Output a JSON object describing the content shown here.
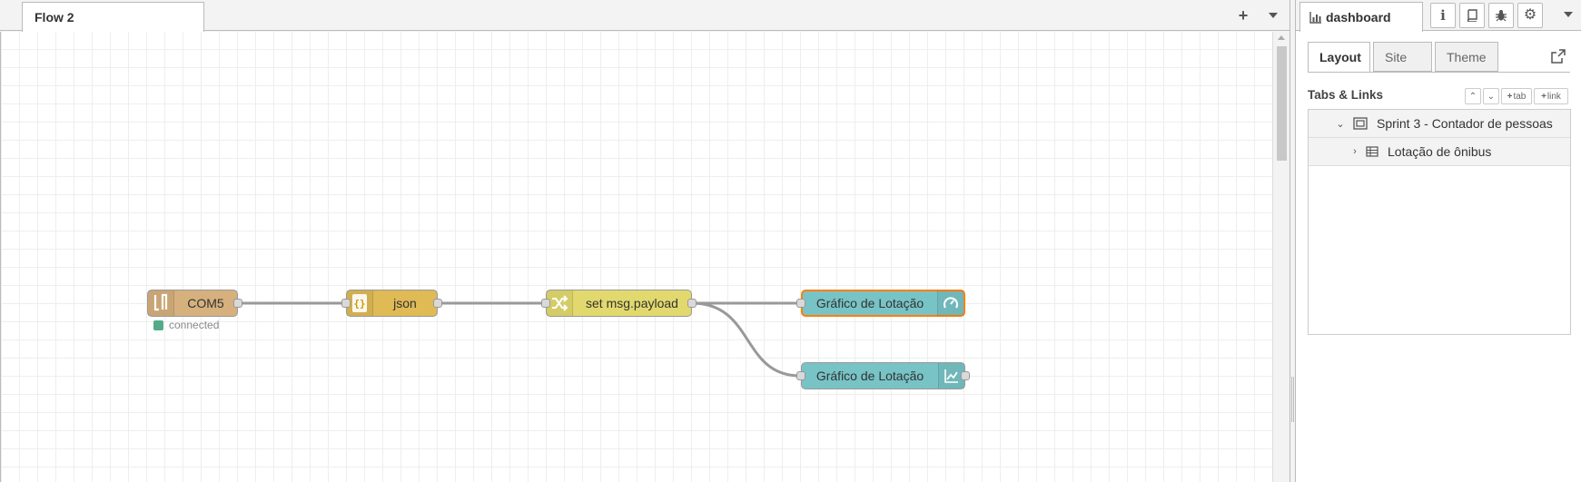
{
  "workspace": {
    "tabs": [
      {
        "label": "Flow 2"
      }
    ],
    "add_tab_icon": "plus-icon",
    "tab_menu_icon": "caret-down-icon",
    "nodes": {
      "serial": {
        "label": "COM5",
        "status": "connected",
        "icon": "serial-port-icon",
        "color": "#d6b07d"
      },
      "json": {
        "label": "json",
        "icon": "json-icon",
        "color": "#dfba55"
      },
      "change": {
        "label": "set msg.payload",
        "icon": "shuffle-icon",
        "color": "#e2d96e"
      },
      "gauge": {
        "label": "Gráfico de Lotação",
        "icon": "gauge-icon",
        "color": "#77c3c6",
        "selected_border": "#ff7f0e"
      },
      "chart": {
        "label": "Gráfico de Lotação",
        "icon": "line-chart-icon",
        "color": "#77c3c6"
      }
    }
  },
  "sidebar": {
    "active_tab": {
      "label": "dashboard",
      "icon": "bar-chart-icon"
    },
    "buttons": [
      "info-icon",
      "book-icon",
      "bug-icon",
      "gear-icon"
    ],
    "dashboard": {
      "tabs": [
        "Layout",
        "Site",
        "Theme"
      ],
      "active": "Layout",
      "section_title": "Tabs & Links",
      "actions": {
        "tab": "tab",
        "link": "link"
      },
      "tree": [
        {
          "label": "Sprint 3 - Contador de pessoas",
          "icon": "tab-icon",
          "expanded": true
        },
        {
          "label": "Lotação de ônibus",
          "icon": "group-icon",
          "expanded": false
        }
      ]
    }
  }
}
